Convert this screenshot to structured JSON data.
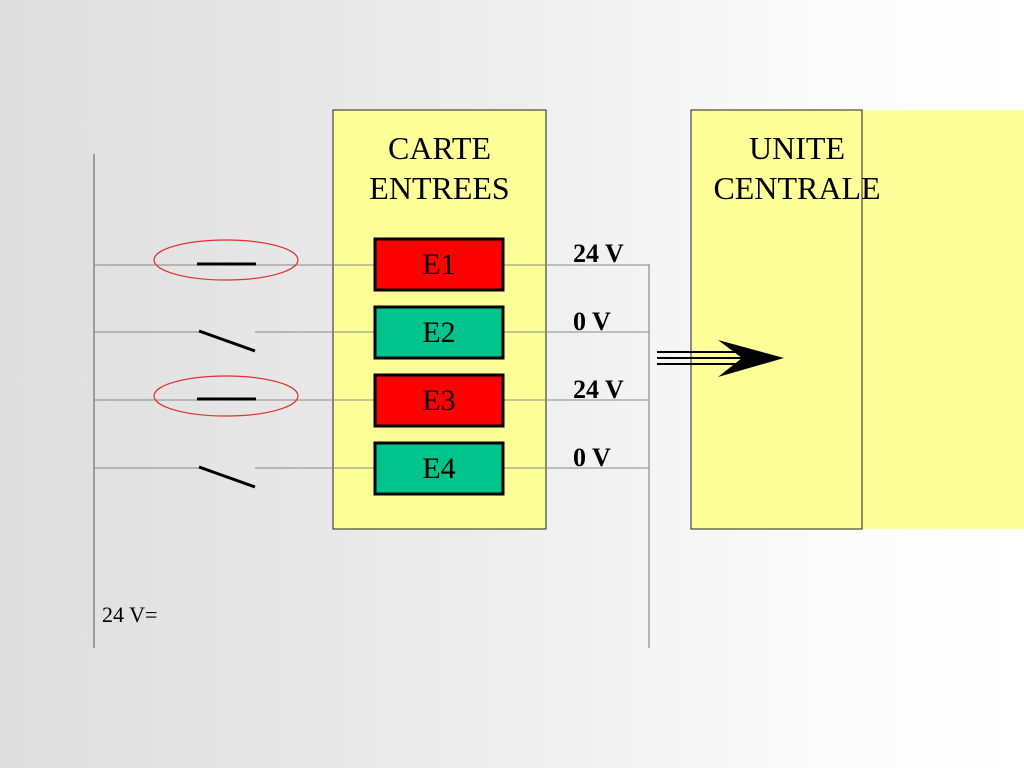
{
  "carte_entrees": {
    "title": "CARTE\nENTREES"
  },
  "unite_centrale": {
    "title": "UNITE\nCENTRALE"
  },
  "inputs": [
    {
      "label": "E1",
      "state": "on",
      "color": "#ff0000",
      "voltage": "24 V"
    },
    {
      "label": "E2",
      "state": "off",
      "color": "#00c48c",
      "voltage": "0 V"
    },
    {
      "label": "E3",
      "state": "on",
      "color": "#ff0000",
      "voltage": "24 V"
    },
    {
      "label": "E4",
      "state": "off",
      "color": "#00c48c",
      "voltage": "0 V"
    }
  ],
  "supply": {
    "label": "24 V="
  },
  "colors": {
    "box_fill": "#ffff99",
    "on": "#ff0000",
    "off": "#00c48c",
    "highlight_ellipse": "#e23030",
    "wire": "#888888"
  }
}
